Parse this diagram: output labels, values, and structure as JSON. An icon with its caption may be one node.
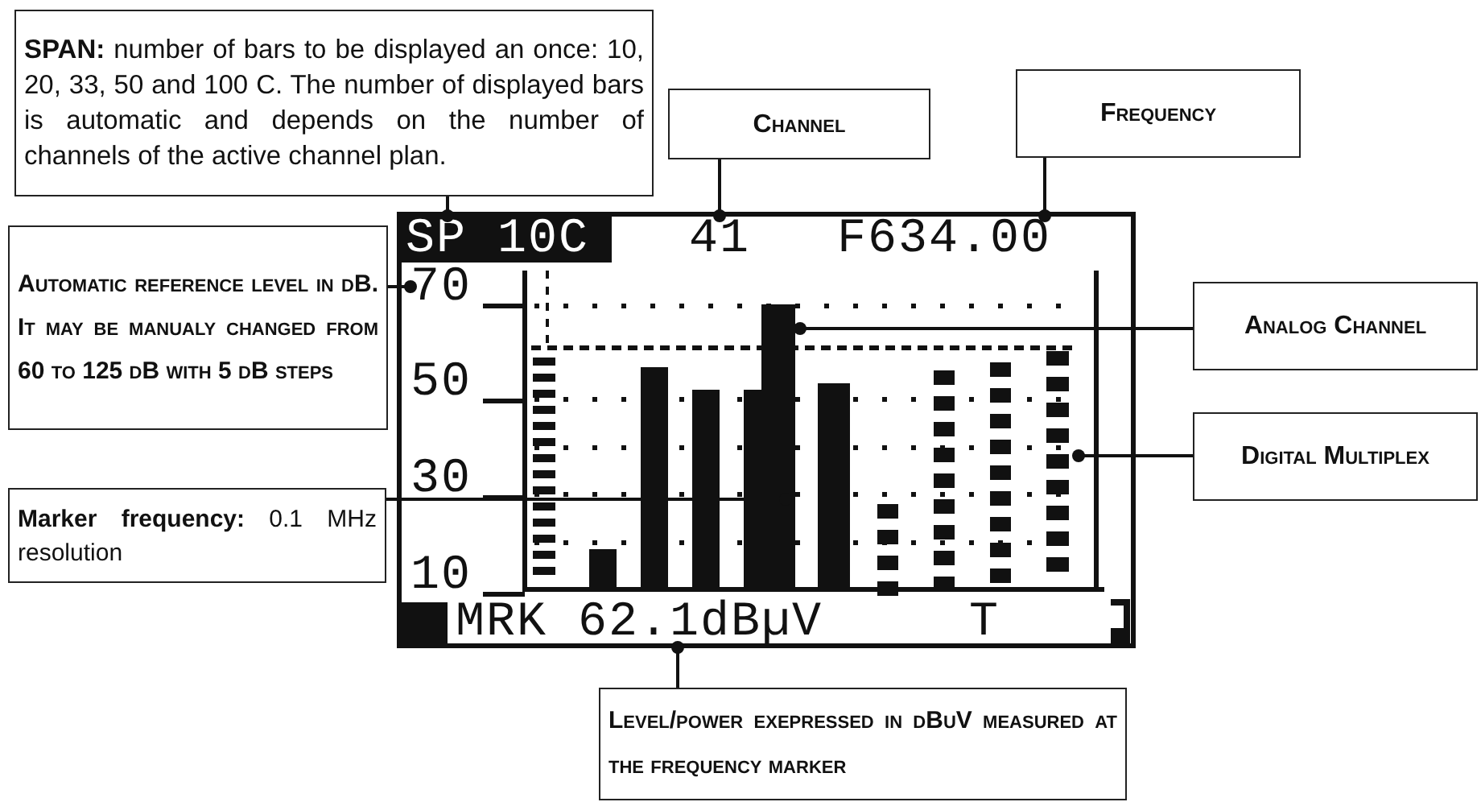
{
  "diagram": {
    "nodes": [
      {
        "text": [
          "**SPAN:** number of bars to be displayed an once: 10, 20, 33, 50 and 100 C. The number of displayed bars is automatic and depends on the number of channels of the active channel plan."
        ]
      },
      {
        "text": [
          "Channel"
        ]
      },
      {
        "text": [
          "Frequency"
        ]
      },
      {
        "text": [
          "Automatic reference level in dB. It may be manualy changed from 60 to 125 dB with 5 dB steps"
        ]
      },
      {
        "text": [
          "Analog Channel"
        ]
      },
      {
        "text": [
          "Digital Multiplex"
        ]
      },
      {
        "text": [
          "**Marker frequency:** 0.1 MHz resolution"
        ]
      },
      {
        "text": [
          "Level/power exepressed in dBuV measured at the frequency marker"
        ]
      },
      {
        "text": [
          "SP 10C"
        ]
      },
      {
        "text": [
          "41"
        ]
      },
      {
        "text": [
          "F634.00"
        ]
      },
      {
        "text": [
          "70"
        ]
      },
      {
        "text": [
          "MRK 62.1dBµV"
        ]
      }
    ],
    "edges": [
      {
        "from": 0,
        "to": 8,
        "arrow": "other"
      },
      {
        "from": 1,
        "to": 9,
        "arrow": "other"
      },
      {
        "from": 2,
        "to": 10,
        "arrow": "other"
      },
      {
        "from": 3,
        "to": 11,
        "arrow": "other"
      },
      {
        "from": 4,
        "to": null,
        "arrow": "other"
      },
      {
        "from": 5,
        "to": null,
        "arrow": "other"
      },
      {
        "from": 6,
        "to": null,
        "arrow": "other"
      },
      {
        "from": 7,
        "to": 12,
        "arrow": "other"
      }
    ],
    "labels": [
      "50",
      "30",
      "10",
      "T"
    ]
  }
}
